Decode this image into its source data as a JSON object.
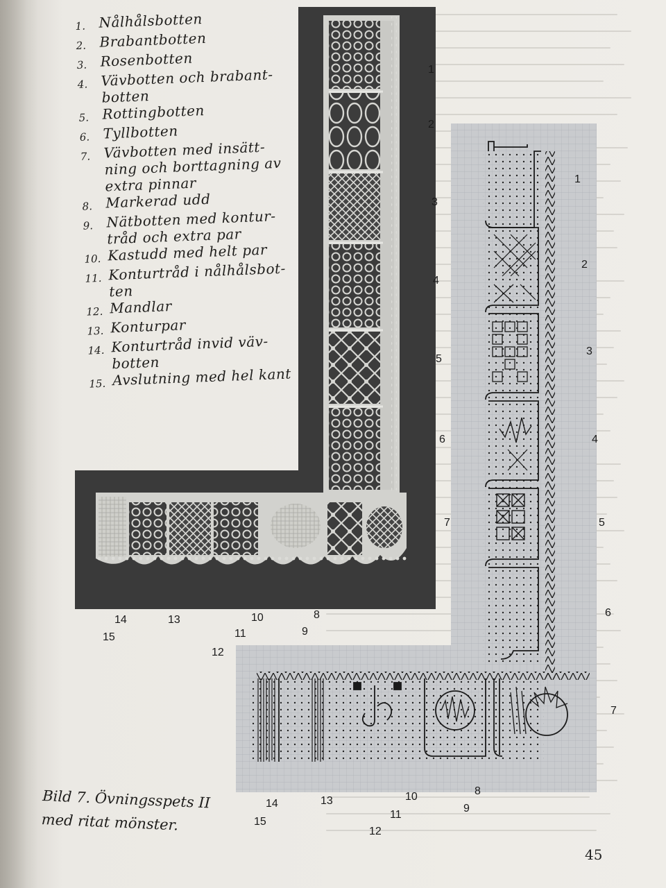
{
  "legend": [
    {
      "num": "1.",
      "lines": [
        "Nålhålsbotten"
      ]
    },
    {
      "num": "2.",
      "lines": [
        "Brabantbotten"
      ]
    },
    {
      "num": "3.",
      "lines": [
        "Rosenbotten"
      ]
    },
    {
      "num": "4.",
      "lines": [
        "Vävbotten och brabant-",
        "botten"
      ]
    },
    {
      "num": "5.",
      "lines": [
        "Rottingbotten"
      ]
    },
    {
      "num": "6.",
      "lines": [
        "Tyllbotten"
      ]
    },
    {
      "num": "7.",
      "lines": [
        "Vävbotten med insätt-",
        "ning och borttagning av",
        "extra pinnar"
      ]
    },
    {
      "num": "8.",
      "lines": [
        "Markerad udd"
      ]
    },
    {
      "num": "9.",
      "lines": [
        "Nätbotten med kontur-",
        "tråd och extra par"
      ]
    },
    {
      "num": "10.",
      "lines": [
        "Kastudd med helt par"
      ]
    },
    {
      "num": "11.",
      "lines": [
        "Konturtråd i nålhålsbot-",
        "ten"
      ]
    },
    {
      "num": "12.",
      "lines": [
        "Mandlar"
      ]
    },
    {
      "num": "13.",
      "lines": [
        "Konturpar"
      ]
    },
    {
      "num": "14.",
      "lines": [
        "Konturtråd invid väv-",
        "botten"
      ]
    },
    {
      "num": "15.",
      "lines": [
        "Avslutning med hel kant"
      ]
    }
  ],
  "photo_labels_right": [
    "1",
    "2",
    "3",
    "4",
    "5",
    "6",
    "7"
  ],
  "photo_labels_bottom": [
    "14",
    "13",
    "10",
    "8",
    "15",
    "11",
    "9",
    "12"
  ],
  "diagram_labels_right": [
    "1",
    "2",
    "3",
    "4",
    "5",
    "6",
    "7"
  ],
  "diagram_labels_bottom": [
    "14",
    "13",
    "10",
    "8",
    "15",
    "11",
    "9",
    "12"
  ],
  "caption": {
    "line1": "Bild 7. Övningsspets II",
    "line2": "med ritat mönster."
  },
  "page_number": "45",
  "colors": {
    "photo_background": "#3a3a3a",
    "lace": "#d8d8d4",
    "grid_paper": "#c9cbce",
    "grid_line": "#a8abb0",
    "ink": "#1a1a1a"
  }
}
